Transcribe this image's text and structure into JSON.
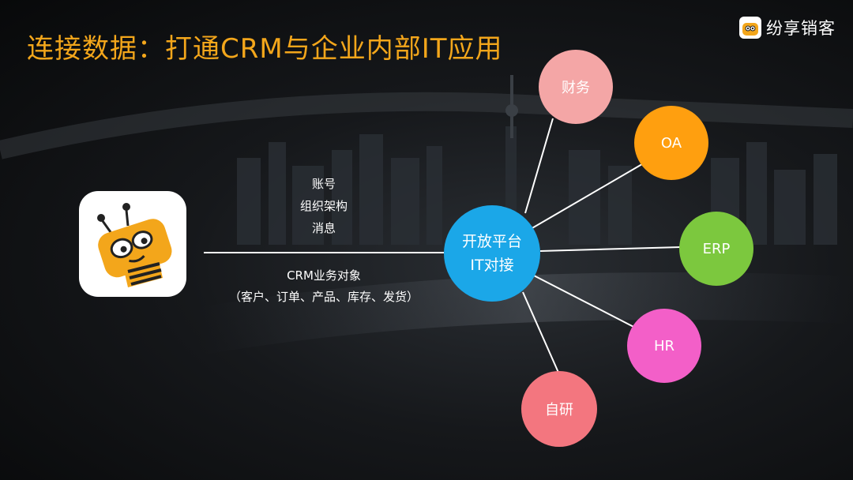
{
  "title": "连接数据：打通CRM与企业内部IT应用",
  "brand": {
    "name": "纷享销客",
    "logo_icon": "bee-logo-icon"
  },
  "app_icon": {
    "icon": "bee-mascot-icon"
  },
  "hub": {
    "line1": "开放平台",
    "line2": "IT对接",
    "color": "#1ba7e8"
  },
  "link_labels": {
    "upper": [
      "账号",
      "组织架构",
      "消息"
    ],
    "lower_title": "CRM业务对象",
    "lower_detail": "（客户、订单、产品、库存、发货）"
  },
  "nodes": [
    {
      "label": "财务",
      "color": "#f4a6a6"
    },
    {
      "label": "OA",
      "color": "#ff9f0f"
    },
    {
      "label": "ERP",
      "color": "#7cc83e"
    },
    {
      "label": "HR",
      "color": "#f35fc8"
    },
    {
      "label": "自研",
      "color": "#f3767f"
    }
  ],
  "colors": {
    "title": "#f3a61b",
    "line": "#ffffff"
  }
}
